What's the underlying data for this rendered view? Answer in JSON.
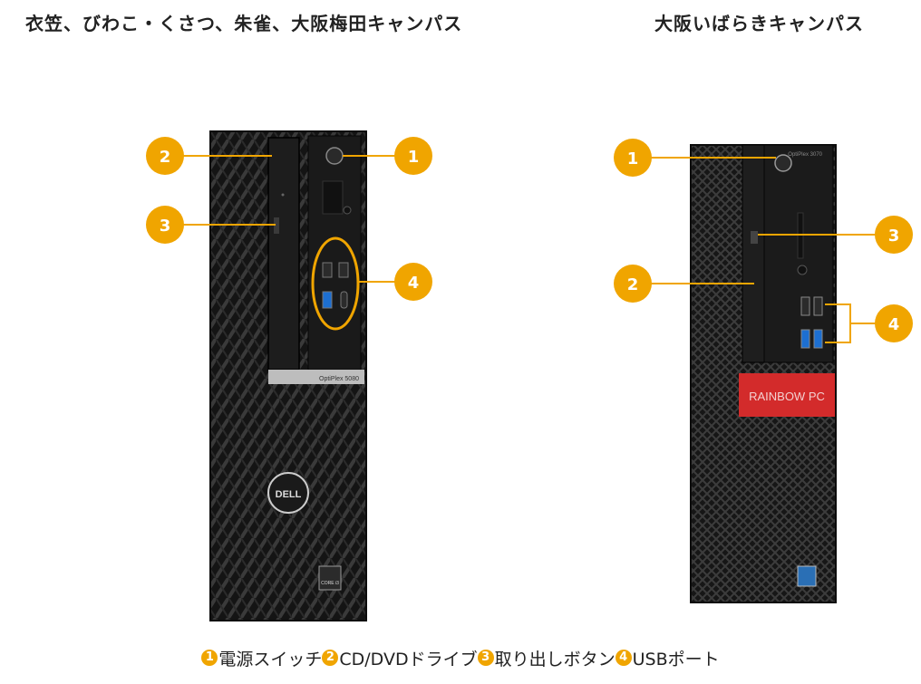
{
  "titles": {
    "left": "衣笠、びわこ・くさつ、朱雀、大阪梅田キャンパス",
    "right": "大阪いばらきキャンパス"
  },
  "left_pc": {
    "model_label": "OptiPlex 5080",
    "brand": "DELL",
    "cpu_badge": "CORE i3",
    "callouts": [
      "2",
      "3",
      "1",
      "4"
    ]
  },
  "right_pc": {
    "model_label": "OptiPlex 3070",
    "brand_plate": "RAINBOW PC",
    "callouts": [
      "1",
      "2",
      "3",
      "4"
    ]
  },
  "legend": {
    "items": [
      {
        "num": "1",
        "label": "電源スイッチ"
      },
      {
        "num": "2",
        "label": "CD/DVDドライブ"
      },
      {
        "num": "3",
        "label": "取り出しボタン"
      },
      {
        "num": "4",
        "label": "USBポート"
      }
    ]
  },
  "colors": {
    "callout": "#f0a500",
    "case": "#1e1e1e",
    "plate": "#d32b2b"
  }
}
